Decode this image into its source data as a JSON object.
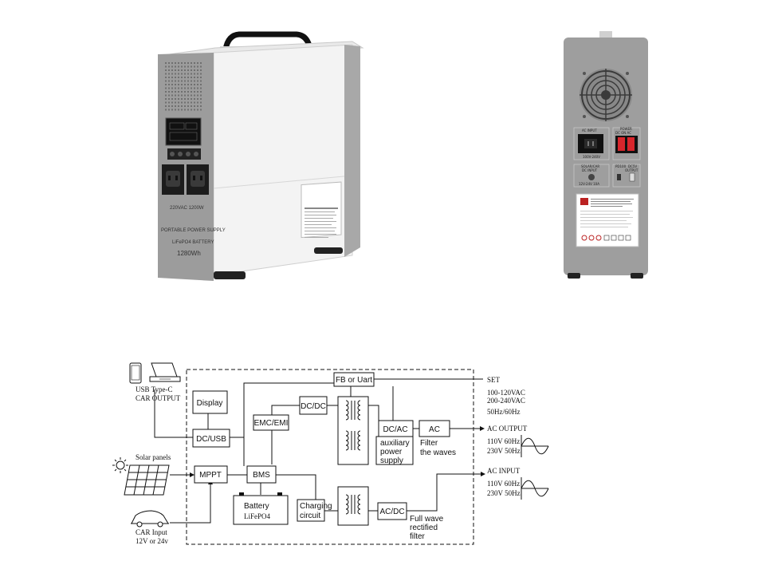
{
  "front_unit": {
    "ports_caption": "220VAC 1200W",
    "product_line1": "PORTABLE POWER SUPPLY",
    "product_line2": "LiFePO4 BATTERY",
    "product_line3": "1280Wh"
  },
  "back_unit": {
    "ac_input_label": "AC INPUT",
    "ac_input_sub": "100V-240V",
    "power_label": "POWER",
    "power_sub": "DC  ON  AC",
    "solar_label": "SOLAR/CAR",
    "solar_sub": "DC INPUT",
    "solar_range": "12V-24V 10A",
    "pd_label": "PD100",
    "dc_label": "DC5V",
    "output_label": "OUTPUT"
  },
  "diagram": {
    "blocks": {
      "display": "Display",
      "dcusb": "DC/USB",
      "emc": "EMC/EMI",
      "dcdc": "DC/DC",
      "fb": "FB or Uart",
      "dcac": "DC/AC",
      "ac": "AC",
      "aux1": "auxiliary",
      "aux2": "power",
      "aux3": "supply",
      "mppt": "MPPT",
      "bms": "BMS",
      "battery1": "Battery",
      "battery2": "LiFePO4",
      "charging1": "Charging",
      "charging2": "circuit",
      "acdc": "AC/DC"
    },
    "labels": {
      "usb1": "USB Type-C",
      "usb2": "CAR OUTPUT",
      "solar": "Solar panels",
      "car1": "CAR Input",
      "car2": "12V or 24v",
      "set": "SET",
      "spec1": "100-120VAC",
      "spec2": "200-240VAC",
      "spec3": "50Hz/60Hz",
      "filter1": "Filter",
      "filter2": "the waves",
      "acout": "AC OUTPUT",
      "out1": "110V  60Hz",
      "out2": "230V  50Hz",
      "acin": "AC INPUT",
      "in1": "110V  60Hz",
      "in2": "230V  50Hz",
      "fw1": "Full wave",
      "fw2": "rectified",
      "fw3": "filter"
    }
  }
}
